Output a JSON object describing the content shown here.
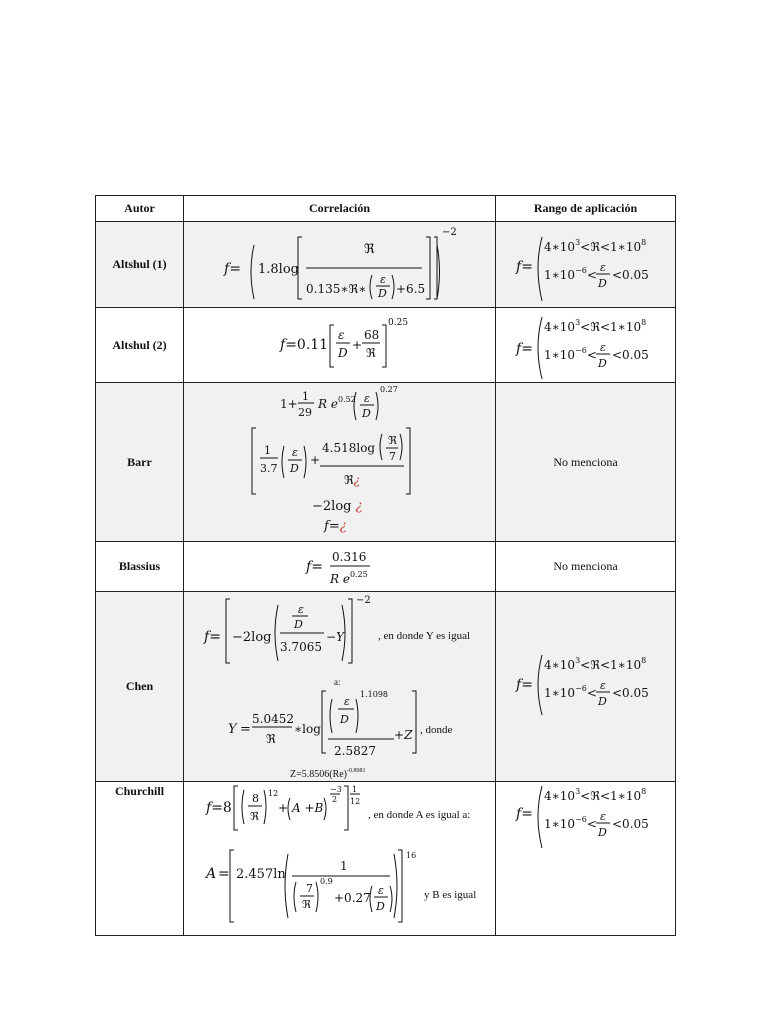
{
  "table": {
    "headers": [
      "Autor",
      "Correlación",
      "Rango de aplicación"
    ],
    "rows": [
      {
        "author": "Altshul (1)",
        "range": "formula"
      },
      {
        "author": "Altshul (2)",
        "range": "formula"
      },
      {
        "author": "Barr",
        "range": "No menciona"
      },
      {
        "author": "Blassius",
        "range": "No menciona"
      },
      {
        "author": "Chen",
        "range": "formula"
      },
      {
        "author": "Churchill",
        "range": "formula"
      }
    ],
    "notes": {
      "chen_y": ", en donde Y es igual",
      "chen_a": "a:",
      "chen_donde": ", donde",
      "chen_z": "Z=5.8506(Re)",
      "chen_z_exp": "-0.8981",
      "churchill_a": ", en donde A es igual a:",
      "churchill_b": "y B es igual"
    }
  }
}
